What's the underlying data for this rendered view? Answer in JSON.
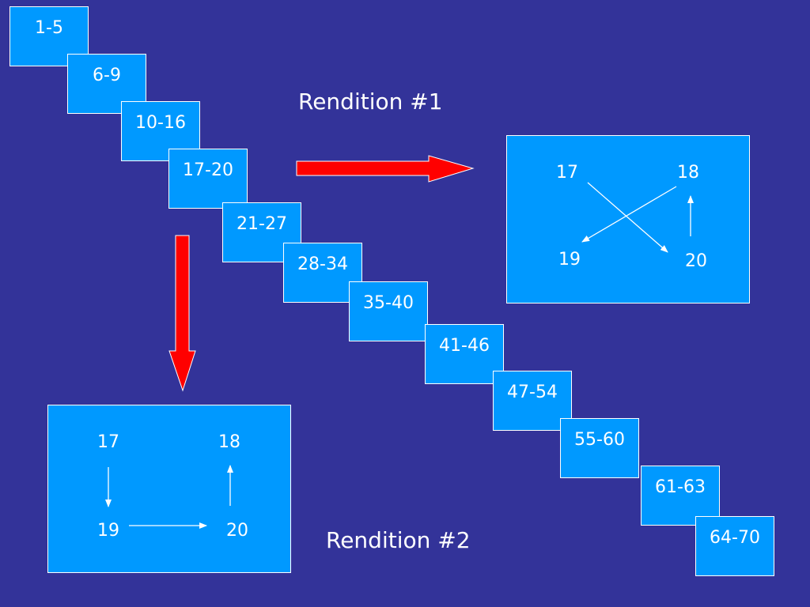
{
  "steps": [
    "1-5",
    "6-9",
    "10-16",
    "17-20",
    "21-27",
    "28-34",
    "35-40",
    "41-46",
    "47-54",
    "55-60",
    "61-63",
    "64-70"
  ],
  "rendition1": {
    "title": "Rendition #1",
    "n17": "17",
    "n18": "18",
    "n19": "19",
    "n20": "20"
  },
  "rendition2": {
    "title": "Rendition #2",
    "n17": "17",
    "n18": "18",
    "n19": "19",
    "n20": "20"
  },
  "colors": {
    "background": "#333399",
    "box": "#0099ff",
    "arrow": "#ff0000"
  }
}
